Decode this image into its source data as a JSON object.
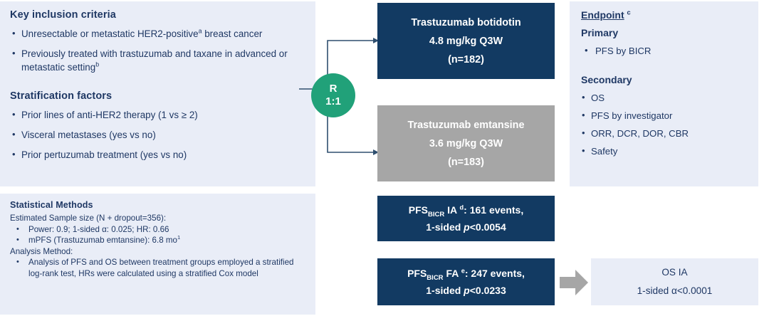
{
  "colors": {
    "panel_bg": "#e9edf7",
    "navy": "#123a62",
    "grey": "#a6a6a6",
    "green": "#21a179",
    "text_navy": "#1f3864"
  },
  "inclusion": {
    "title": "Key inclusion criteria",
    "items": [
      {
        "text": "Unresectable or metastatic HER2-positive",
        "sup": "a",
        "tail": " breast cancer"
      },
      {
        "text": "Previously treated with trastuzumab and taxane in advanced or metastatic setting",
        "sup": "b",
        "tail": ""
      }
    ]
  },
  "stratification": {
    "title": "Stratification factors",
    "items": [
      "Prior lines of anti-HER2 therapy (1 vs ≥ 2)",
      "Visceral metastases (yes vs no)",
      "Prior pertuzumab treatment (yes vs no)"
    ]
  },
  "statistical_methods": {
    "title": "Statistical Methods",
    "sample_size_line": "Estimated Sample size (N + dropout=356):",
    "sample_size_items": [
      "Power: 0.9; 1-sided α: 0.025; HR: 0.66",
      "mPFS (Trastuzumab emtansine): 6.8 mo"
    ],
    "mpfs_sup": "1",
    "analysis_label": "Analysis Method:",
    "analysis_items": [
      "Analysis of PFS and OS between treatment groups employed a stratified log-rank test, HRs were calculated using a stratified Cox model"
    ]
  },
  "randomization": {
    "label": "R",
    "ratio": "1:1"
  },
  "arms": [
    {
      "name": "arm-a",
      "drug": "Trastuzumab botidotin",
      "dose": "4.8 mg/kg  Q3W",
      "n": "(n=182)"
    },
    {
      "name": "arm-b",
      "drug": "Trastuzumab emtansine",
      "dose": "3.6 mg/kg  Q3W",
      "n": "(n=183)"
    }
  ],
  "analyses": [
    {
      "name": "pfs-ia",
      "prefix": "PFS",
      "subscript": "BICR",
      "stage": " IA",
      "sup": "d",
      "events": ": 161 events,",
      "p_prefix": "1-sided ",
      "p_italic": "p",
      "p_value": "<0.0054"
    },
    {
      "name": "pfs-fa",
      "prefix": "PFS",
      "subscript": "BICR",
      "stage": " FA",
      "sup": "e",
      "events": ": 247 events,",
      "p_prefix": "1-sided ",
      "p_italic": "p",
      "p_value": "<0.0233"
    }
  ],
  "endpoint": {
    "title": "Endpoint",
    "title_sup": "c",
    "primary_label": "Primary",
    "primary_items": [
      "PFS by BICR"
    ],
    "secondary_label": "Secondary",
    "secondary_items": [
      "OS",
      "PFS by investigator",
      "ORR, DCR, DOR, CBR",
      "Safety"
    ]
  },
  "os_ia": {
    "title": "OS IA",
    "alpha": "1-sided α<0.0001"
  }
}
